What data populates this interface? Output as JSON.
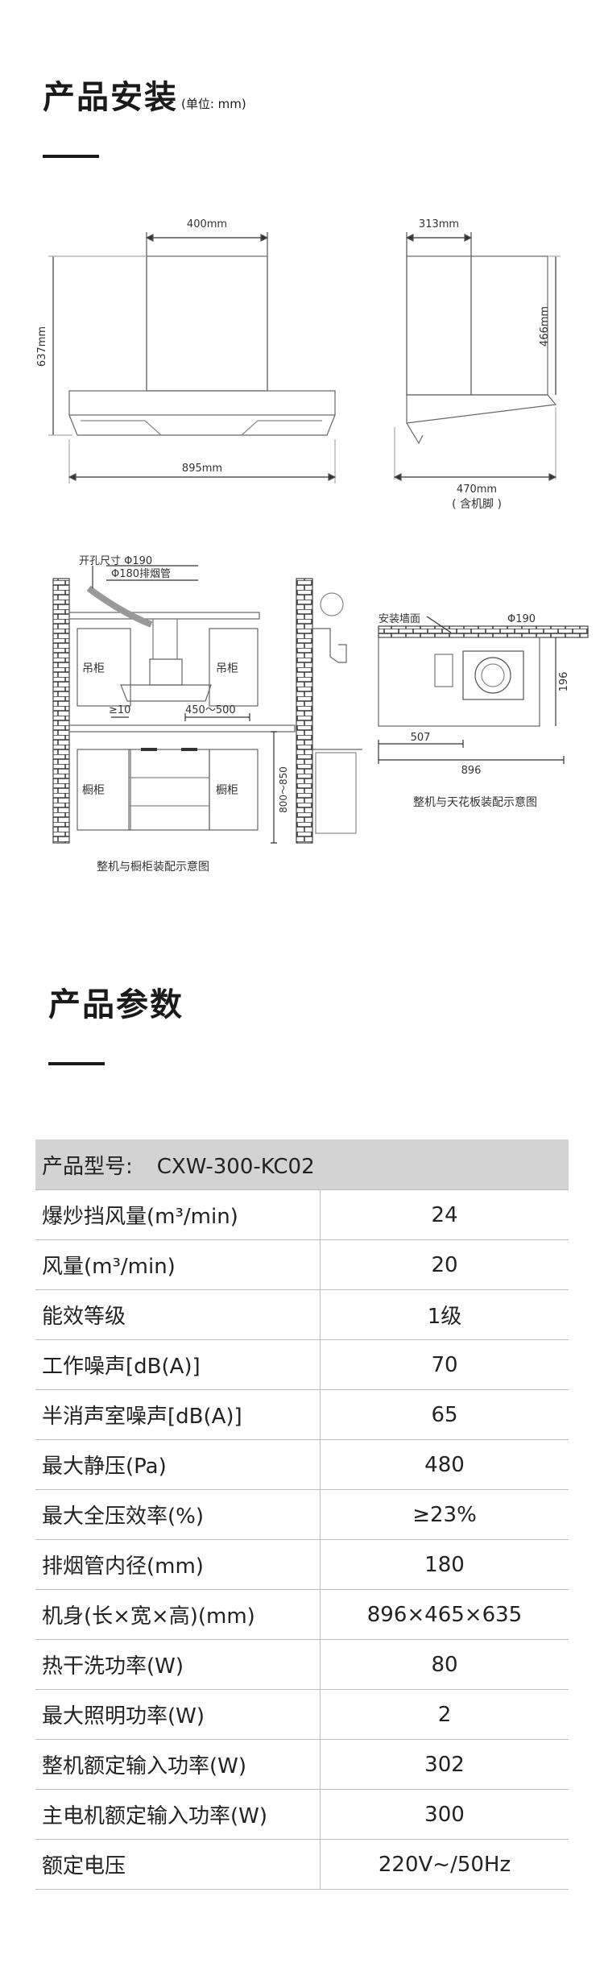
{
  "install": {
    "title": "产品安装",
    "unit": "(单位: mm)",
    "front": {
      "top_width": "400mm",
      "height": "637mm",
      "bottom_width": "895mm"
    },
    "side": {
      "top_width": "313mm",
      "height": "466mm",
      "bottom_width": "470mm",
      "bottom_note": "( 含机脚 )"
    },
    "cabinet": {
      "hole": "开孔尺寸 Φ190",
      "pipe": "Φ180排烟管",
      "upper_left": "吊柜",
      "upper_right": "吊柜",
      "lower_left": "橱柜",
      "lower_right": "橱柜",
      "gap": "≥10",
      "range": "450～500",
      "height": "800～850",
      "caption": "整机与橱柜装配示意图"
    },
    "ceiling": {
      "wall": "安装墙面",
      "hole": "Φ190",
      "d1": "507",
      "d2": "896",
      "d3": "196",
      "caption": "整机与天花板装配示意图"
    }
  },
  "params": {
    "title": "产品参数",
    "model_label": "产品型号:",
    "model": "CXW-300-KC02",
    "rows": [
      {
        "k": "爆炒挡风量(m³/min)",
        "v": "24"
      },
      {
        "k": "风量(m³/min)",
        "v": "20"
      },
      {
        "k": "能效等级",
        "v": "1级"
      },
      {
        "k": "工作噪声[dB(A)]",
        "v": "70"
      },
      {
        "k": "半消声室噪声[dB(A)]",
        "v": "65"
      },
      {
        "k": "最大静压(Pa)",
        "v": "480"
      },
      {
        "k": "最大全压效率(%)",
        "v": "≥23%"
      },
      {
        "k": "排烟管内径(mm)",
        "v": "180"
      },
      {
        "k": "机身(长×宽×高)(mm)",
        "v": "896×465×635"
      },
      {
        "k": "热干洗功率(W)",
        "v": "80"
      },
      {
        "k": "最大照明功率(W)",
        "v": "2"
      },
      {
        "k": "整机额定输入功率(W)",
        "v": "302"
      },
      {
        "k": "主电机额定输入功率(W)",
        "v": "300"
      },
      {
        "k": "额定电压",
        "v": "220V~/50Hz"
      }
    ]
  }
}
